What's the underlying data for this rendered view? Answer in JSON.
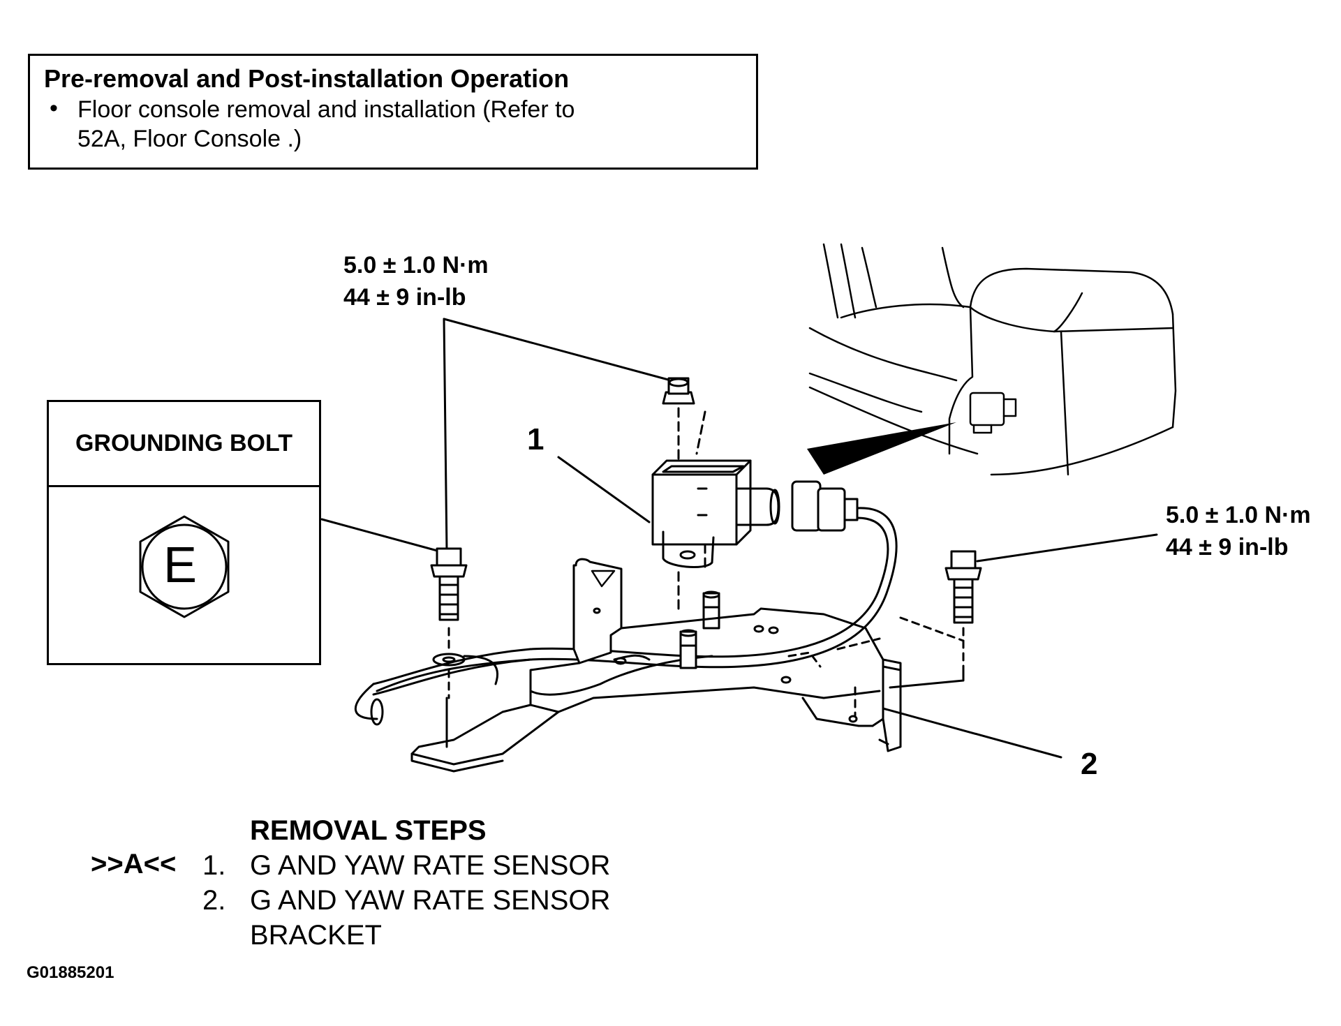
{
  "pre_operation": {
    "title": "Pre-removal and Post-installation Operation",
    "bullet": "•",
    "item_line1": "Floor console removal and installation (Refer to",
    "item_line2": "52A, Floor Console .)"
  },
  "torque_left": {
    "metric": "5.0 ± 1.0 N·m",
    "imperial": "44 ± 9 in-lb"
  },
  "torque_right": {
    "metric": "5.0 ± 1.0 N·m",
    "imperial": "44 ± 9 in-lb"
  },
  "grounding_bolt": {
    "label": "GROUNDING BOLT",
    "symbol": "E"
  },
  "callouts": {
    "sensor": "1",
    "bracket": "2"
  },
  "removal_steps": {
    "title": "REMOVAL STEPS",
    "marker": ">>A<<",
    "steps": [
      {
        "number": "1.",
        "lines": [
          "G AND YAW RATE SENSOR"
        ]
      },
      {
        "number": "2.",
        "lines": [
          "G AND YAW RATE SENSOR",
          "BRACKET"
        ]
      }
    ]
  },
  "figure_id": "G01885201"
}
